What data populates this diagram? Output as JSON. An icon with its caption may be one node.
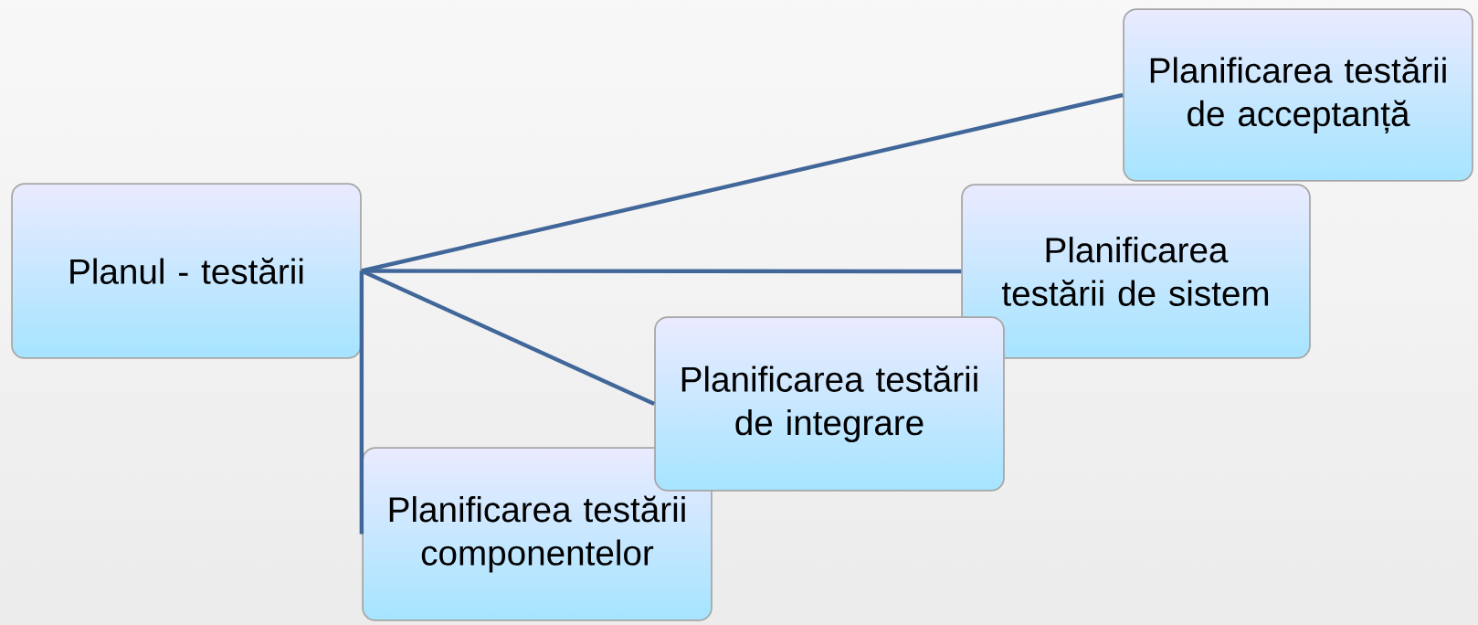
{
  "diagram": {
    "nodes": [
      {
        "text": [
          "Planul - testării"
        ]
      },
      {
        "text": [
          "Planificarea testării de acceptanță"
        ]
      },
      {
        "text": [
          "Planificarea testării de sistem"
        ]
      },
      {
        "text": [
          "Planificarea testării de integrare"
        ]
      },
      {
        "text": [
          "Planificarea testării componentelor"
        ]
      }
    ],
    "edges": [
      {
        "from": 0,
        "to": 1,
        "arrow": "none"
      },
      {
        "from": 0,
        "to": 2,
        "arrow": "none"
      },
      {
        "from": 0,
        "to": 3,
        "arrow": "none"
      },
      {
        "from": 0,
        "to": 4,
        "arrow": "none"
      }
    ]
  }
}
